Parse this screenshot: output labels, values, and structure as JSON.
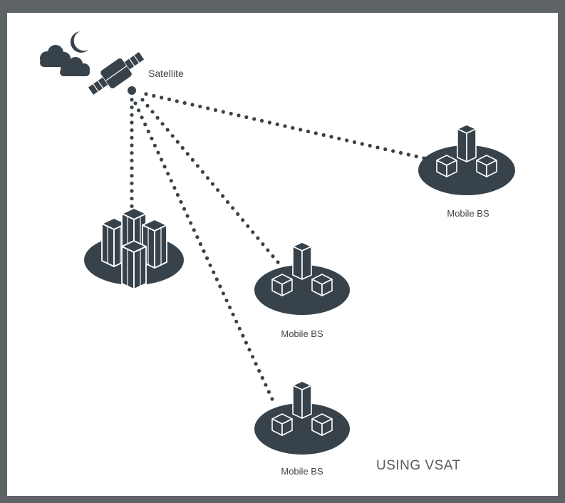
{
  "diagram": {
    "satellite_label": "Satellite",
    "caption": "USING VSAT",
    "stations": [
      {
        "label": "Mobile BS"
      },
      {
        "label": "Mobile BS"
      },
      {
        "label": "Mobile BS"
      }
    ]
  },
  "colors": {
    "frame": "#5e6366",
    "ink": "#37424a",
    "background": "#ffffff"
  }
}
